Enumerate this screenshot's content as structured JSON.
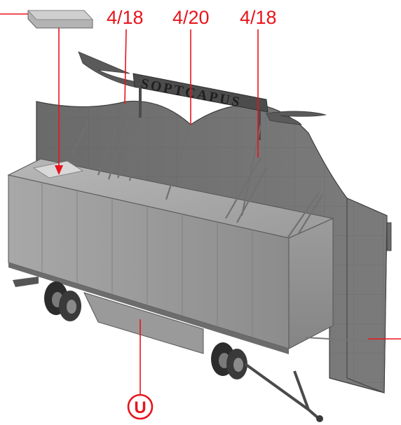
{
  "callouts": {
    "left_strut": "4/18",
    "center_strut": "4/20",
    "right_strut": "4/18",
    "bottom_marker": "U"
  },
  "sign": {
    "text": "SOPTCAPUS"
  },
  "colors": {
    "annotation": "#e8141c",
    "model_light": "#a6a6a6",
    "model_mid": "#8f8f8f",
    "model_dark": "#5e5e5e"
  }
}
